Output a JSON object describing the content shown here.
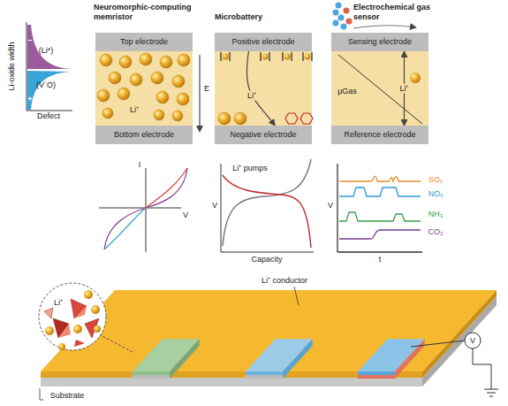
{
  "diagram": {
    "nodes": [
      {
        "text": [
          "Top electrode"
        ]
      },
      {
        "text": [
          "Bottom electrode"
        ]
      },
      {
        "text": [
          "Positive electrode"
        ]
      },
      {
        "text": [
          "Negative electrode"
        ]
      },
      {
        "text": [
          "Sensing electrode"
        ]
      },
      {
        "text": [
          "Reference electrode"
        ]
      }
    ],
    "edges": [
      {
        "from": 2,
        "to": 3,
        "arrow": "to",
        "label": "Li⁺"
      },
      {
        "from": 4,
        "to": 5,
        "arrow": "both",
        "label": "Li⁺"
      }
    ],
    "labels": [
      "Neuromorphic-computing memristor",
      "Microbattery",
      "Electrochemical gas sensor",
      "Li-oxide width",
      "Defect",
      "(Li*)",
      "(V˙O)",
      "–",
      "+",
      "Li⁺",
      "E",
      "I",
      "V",
      "V",
      "Li⁺ pumps",
      "Capacity",
      "μGas",
      "V",
      "t",
      "SOₓ",
      "NOₓ",
      "NH₃",
      "CO₂",
      "Li⁺",
      "Li⁺ conductor",
      "Substrate",
      "V"
    ]
  }
}
